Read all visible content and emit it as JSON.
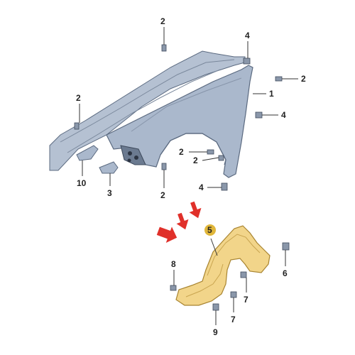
{
  "callouts": {
    "c1": "1",
    "c2_top": "2",
    "c2_right": "2",
    "c2_left": "2",
    "c2_mid1": "2",
    "c2_mid2": "2",
    "c2_bottom": "2",
    "c3": "3",
    "c4_top": "4",
    "c4_mid": "4",
    "c4_bottom": "4",
    "c5": "5",
    "c6": "6",
    "c7_a": "7",
    "c7_b": "7",
    "c8": "8",
    "c9": "9",
    "c10": "10"
  },
  "colors": {
    "fender_fill": "#aab8cc",
    "fender_stroke": "#5b6a80",
    "liner_fill": "#f2d58a",
    "liner_stroke": "#a88430",
    "highlight_badge": "#e0b63a",
    "arrow_red": "#e0302a"
  }
}
